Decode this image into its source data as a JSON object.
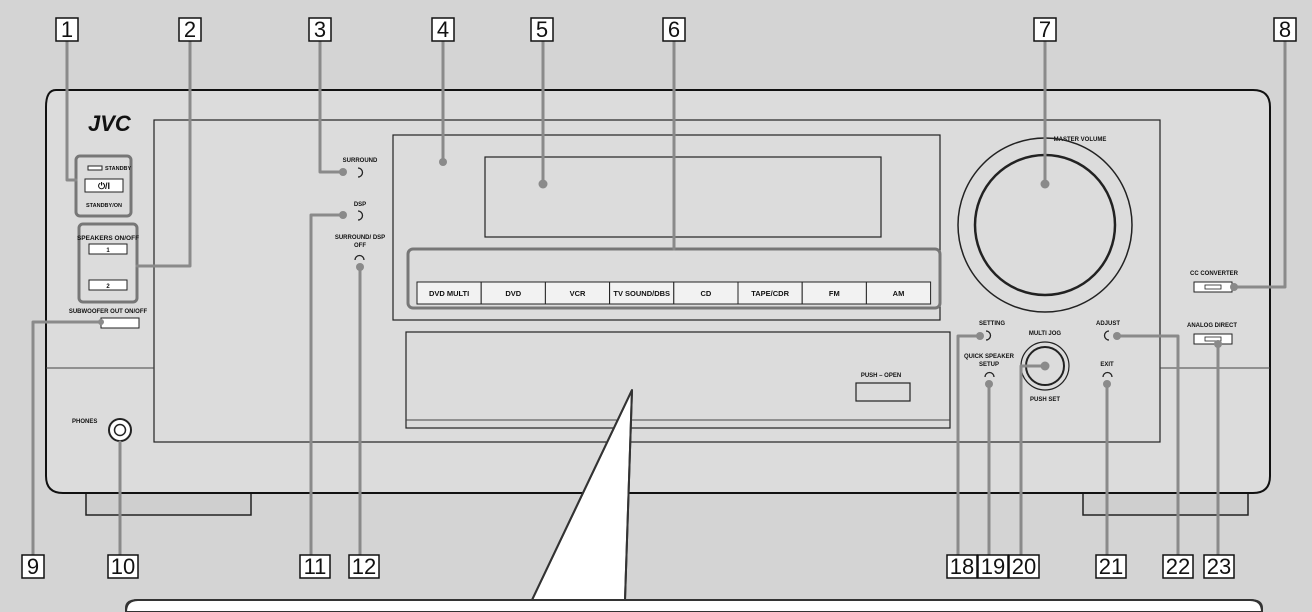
{
  "brand": "JVC",
  "callouts": [
    "1",
    "2",
    "3",
    "4",
    "5",
    "6",
    "7",
    "8",
    "9",
    "10",
    "11",
    "12",
    "18",
    "19",
    "20",
    "21",
    "22",
    "23"
  ],
  "labels": {
    "standby": "STANDBY",
    "standby_button": "⏻/I",
    "standby_on": "STANDBY/ON",
    "speakers": "SPEAKERS ON/OFF",
    "speaker_1": "1",
    "speaker_2": "2",
    "subwoofer": "SUBWOOFER OUT ON/OFF",
    "phones": "PHONES",
    "surround": "SURROUND",
    "dsp": "DSP",
    "surround_dsp_off_1": "SURROUND/ DSP",
    "surround_dsp_off_2": "OFF",
    "master_volume": "MASTER VOLUME",
    "cc_converter": "CC CONVERTER",
    "analog_direct": "ANALOG DIRECT",
    "setting": "SETTING",
    "quick_setup_1": "QUICK SPEAKER",
    "quick_setup_2": "SETUP",
    "multi_jog": "MULTI JOG",
    "push_set": "PUSH SET",
    "adjust": "ADJUST",
    "exit": "EXIT",
    "push_open": "PUSH – OPEN"
  },
  "source_buttons": [
    "DVD MULTI",
    "DVD",
    "VCR",
    "TV SOUND/DBS",
    "CD",
    "TAPE/CDR",
    "FM",
    "AM"
  ]
}
